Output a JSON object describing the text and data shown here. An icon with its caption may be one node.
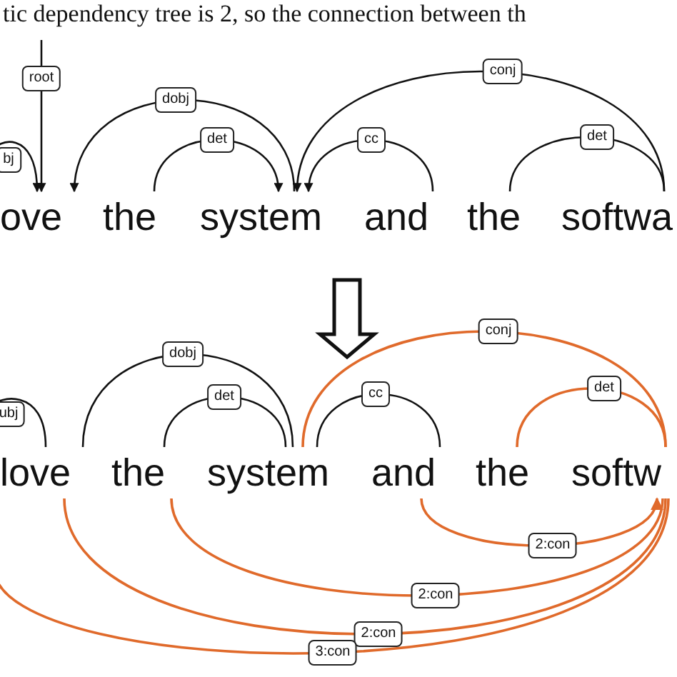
{
  "diagram": {
    "nodes": [
      {
        "text": [
          "ove"
        ]
      },
      {
        "text": [
          "the"
        ]
      },
      {
        "text": [
          "system"
        ]
      },
      {
        "text": [
          "and"
        ]
      },
      {
        "text": [
          "the"
        ]
      },
      {
        "text": [
          "softwa"
        ]
      },
      {
        "text": [
          "love"
        ]
      },
      {
        "text": [
          "the"
        ]
      },
      {
        "text": [
          "system"
        ]
      },
      {
        "text": [
          "and"
        ]
      },
      {
        "text": [
          "the"
        ]
      },
      {
        "text": [
          "softw"
        ]
      }
    ],
    "edges": [
      {
        "from": null,
        "to": 0,
        "arrow": "to",
        "label": "root"
      },
      {
        "from": null,
        "to": 0,
        "arrow": "to",
        "label": "bj"
      },
      {
        "from": 2,
        "to": 0,
        "arrow": "to",
        "label": "dobj"
      },
      {
        "from": 1,
        "to": 2,
        "arrow": "to",
        "label": "det"
      },
      {
        "from": 5,
        "to": 2,
        "arrow": "to",
        "label": "conj"
      },
      {
        "from": 3,
        "to": 2,
        "arrow": "to",
        "label": "cc"
      },
      {
        "from": 4,
        "to": 5,
        "arrow": "none",
        "label": "det"
      },
      {
        "from": null,
        "to": 6,
        "arrow": "none",
        "label": "ubj"
      },
      {
        "from": 6,
        "to": 8,
        "arrow": "none",
        "label": "dobj"
      },
      {
        "from": 7,
        "to": 8,
        "arrow": "none",
        "label": "det"
      },
      {
        "from": 8,
        "to": 11,
        "arrow": "none",
        "label": "conj",
        "color": "#e06a2b"
      },
      {
        "from": 9,
        "to": 8,
        "arrow": "none",
        "label": "cc"
      },
      {
        "from": 10,
        "to": 11,
        "arrow": "none",
        "label": "det",
        "color": "#e06a2b"
      },
      {
        "from": 9,
        "to": 11,
        "arrow": "to",
        "label": "2:con",
        "color": "#e06a2b"
      },
      {
        "from": 7,
        "to": 11,
        "arrow": "none",
        "label": "2:con",
        "color": "#e06a2b"
      },
      {
        "from": 6,
        "to": 11,
        "arrow": "none",
        "label": "2:con",
        "color": "#e06a2b"
      },
      {
        "from": null,
        "to": 11,
        "arrow": "none",
        "label": "3:con",
        "color": "#e06a2b"
      }
    ],
    "labels": [
      "tic dependency tree is 2, so the connection between th"
    ]
  }
}
